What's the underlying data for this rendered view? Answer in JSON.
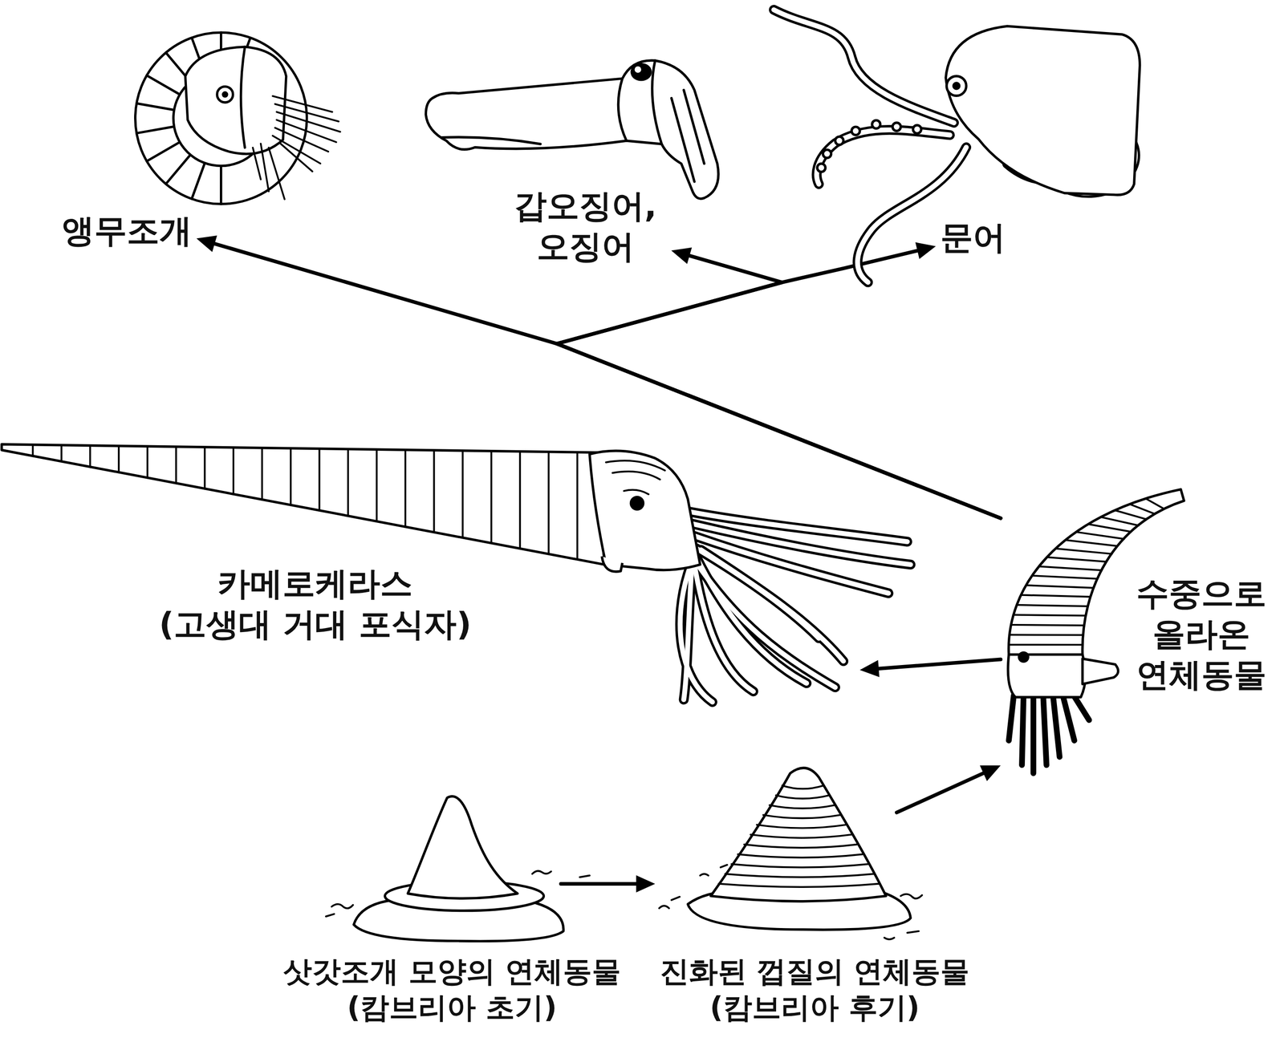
{
  "diagram": {
    "nodes": [
      {
        "text": [
          "앵무조개"
        ]
      },
      {
        "text": [
          "갑오징어, 오징어"
        ]
      },
      {
        "text": [
          "문어"
        ]
      },
      {
        "text": [
          "카메로케라스",
          "(고생대 거대 포식자)"
        ]
      },
      {
        "text": [
          "수중으로 올라온 연체동물"
        ]
      },
      {
        "text": [
          "삿갓조개 모양의 연체동물",
          "(캄브리아 초기)"
        ]
      },
      {
        "text": [
          "진화된 껍질의 연체동물",
          "(캄브리아 후기)"
        ]
      }
    ],
    "edges": [
      {
        "from": 5,
        "to": 6,
        "arrow": "to"
      },
      {
        "from": 6,
        "to": 4,
        "arrow": "to"
      },
      {
        "from": 4,
        "to": 3,
        "arrow": "to"
      },
      {
        "from": 4,
        "to": 0,
        "arrow": "to"
      },
      {
        "from": 4,
        "to": 1,
        "arrow": "to"
      },
      {
        "from": 4,
        "to": 2,
        "arrow": "to"
      }
    ]
  }
}
